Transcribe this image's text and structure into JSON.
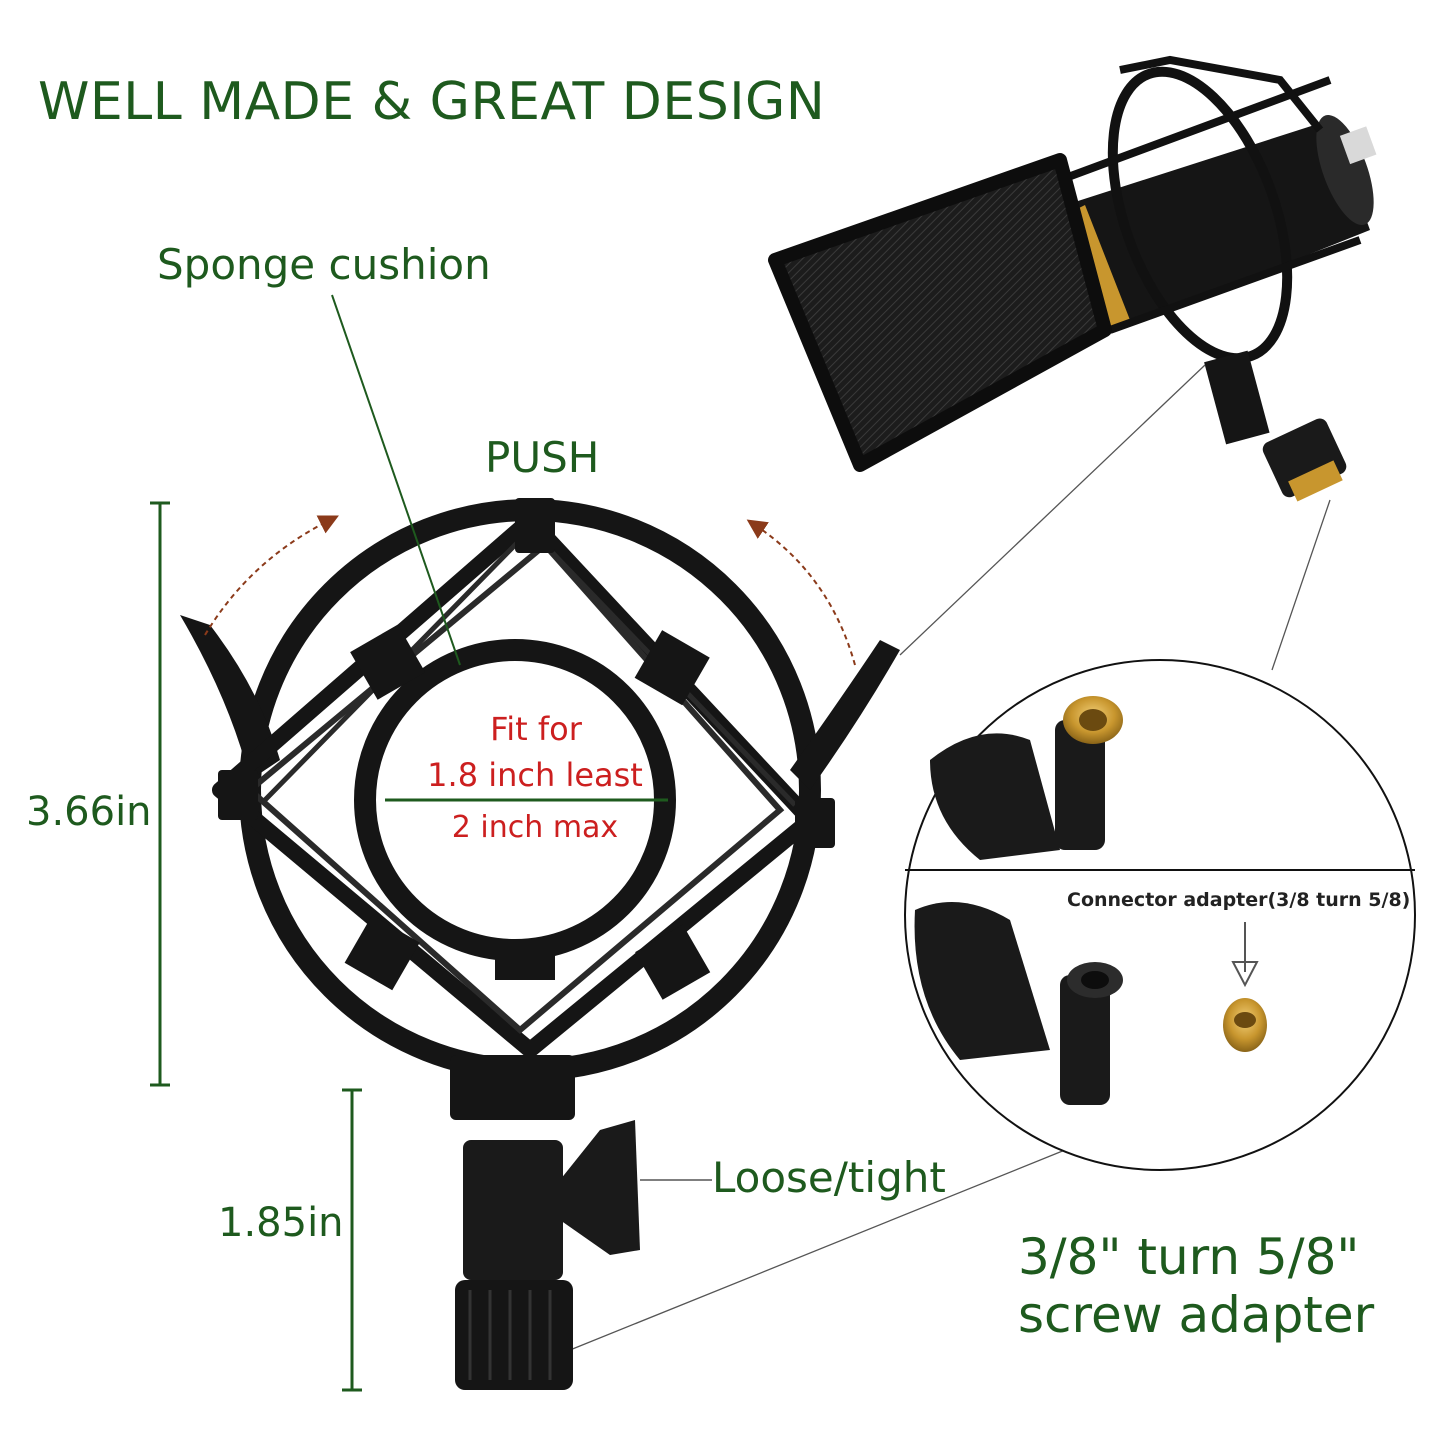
{
  "title": "WELL MADE & GREAT DESIGN",
  "labels": {
    "sponge_cushion": "Sponge cushion",
    "push": "PUSH",
    "height_total": "3.66in",
    "height_mount": "1.85in",
    "loose_tight": "Loose/tight",
    "fit_line1": "Fit for",
    "fit_line2": "1.8 inch least",
    "fit_line3": "2 inch max",
    "connector": "Connector adapter(3/8 turn 5/8)",
    "adapter_line1": "3/8\" turn 5/8\"",
    "adapter_line2": "screw adapter"
  },
  "colors": {
    "label_green": "#1e5a1e",
    "fit_red": "#cc1f1f",
    "arrow_brown": "#8b3a1a",
    "mount_black": "#1a1a1a",
    "brass": "#c8962e"
  },
  "icons": [
    "shock-mount-illustration",
    "microphone-illustration",
    "adapter-detail-illustration",
    "brass-adapter-icon",
    "down-arrow-icon"
  ]
}
